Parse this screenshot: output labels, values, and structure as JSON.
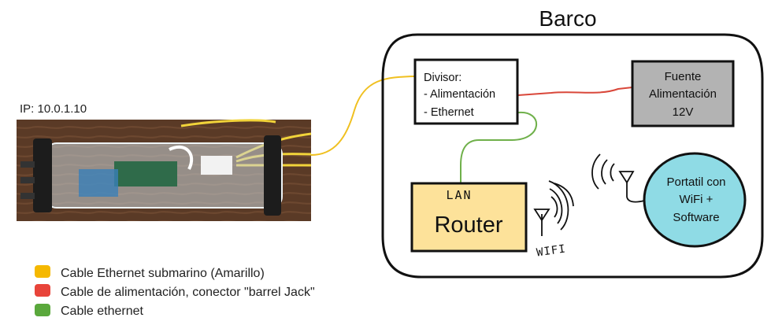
{
  "ip_label": "IP: 10.0.1.10",
  "boat_title": "Barco",
  "splitter": {
    "line1": "Divisor:",
    "line2": "- Alimentación",
    "line3": "- Ethernet"
  },
  "power_source": {
    "line1": "Fuente",
    "line2": "Alimentación",
    "line3": "12V"
  },
  "router": {
    "label": "Router",
    "lan_label": "LAN",
    "wifi_label": "WIFI"
  },
  "laptop": {
    "line1": "Portatil con",
    "line2": "WiFi +",
    "line3": "Software"
  },
  "legend": [
    {
      "label": "Cable Ethernet submarino (Amarillo)",
      "color": "#f5b800"
    },
    {
      "label": "Cable de alimentación, conector \"barrel Jack\"",
      "color": "#e8443a"
    },
    {
      "label": "Cable ethernet",
      "color": "#5aa83c"
    }
  ],
  "colors": {
    "yellow_cable": "#f0c020",
    "red_cable": "#d9473a",
    "green_cable": "#6fb04a",
    "router_fill": "#fde29a",
    "power_fill": "#b3b3b3",
    "laptop_fill": "#8fdbe5"
  }
}
